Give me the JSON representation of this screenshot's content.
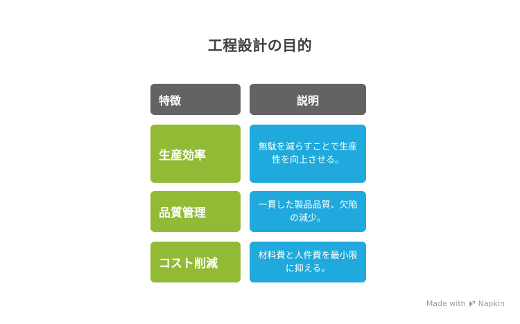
{
  "title": "工程設計の目的",
  "headers": {
    "feature": "特徴",
    "description": "説明"
  },
  "rows": [
    {
      "feature": "生産効率",
      "description": "無駄を減らすことで生産性を向上させる。"
    },
    {
      "feature": "品質管理",
      "description": "一貫した製品品質、欠陥の減少。"
    },
    {
      "feature": "コスト削減",
      "description": "材料費と人件費を最小限に抑える。"
    }
  ],
  "footer": {
    "made_with": "Made with",
    "brand": "Napkin",
    "icon": "napkin-logo-icon"
  },
  "colors": {
    "header_bg": "#636363",
    "feature_bg": "#92ba35",
    "description_bg": "#1fa9dc",
    "title_text": "#3f3f3f"
  }
}
